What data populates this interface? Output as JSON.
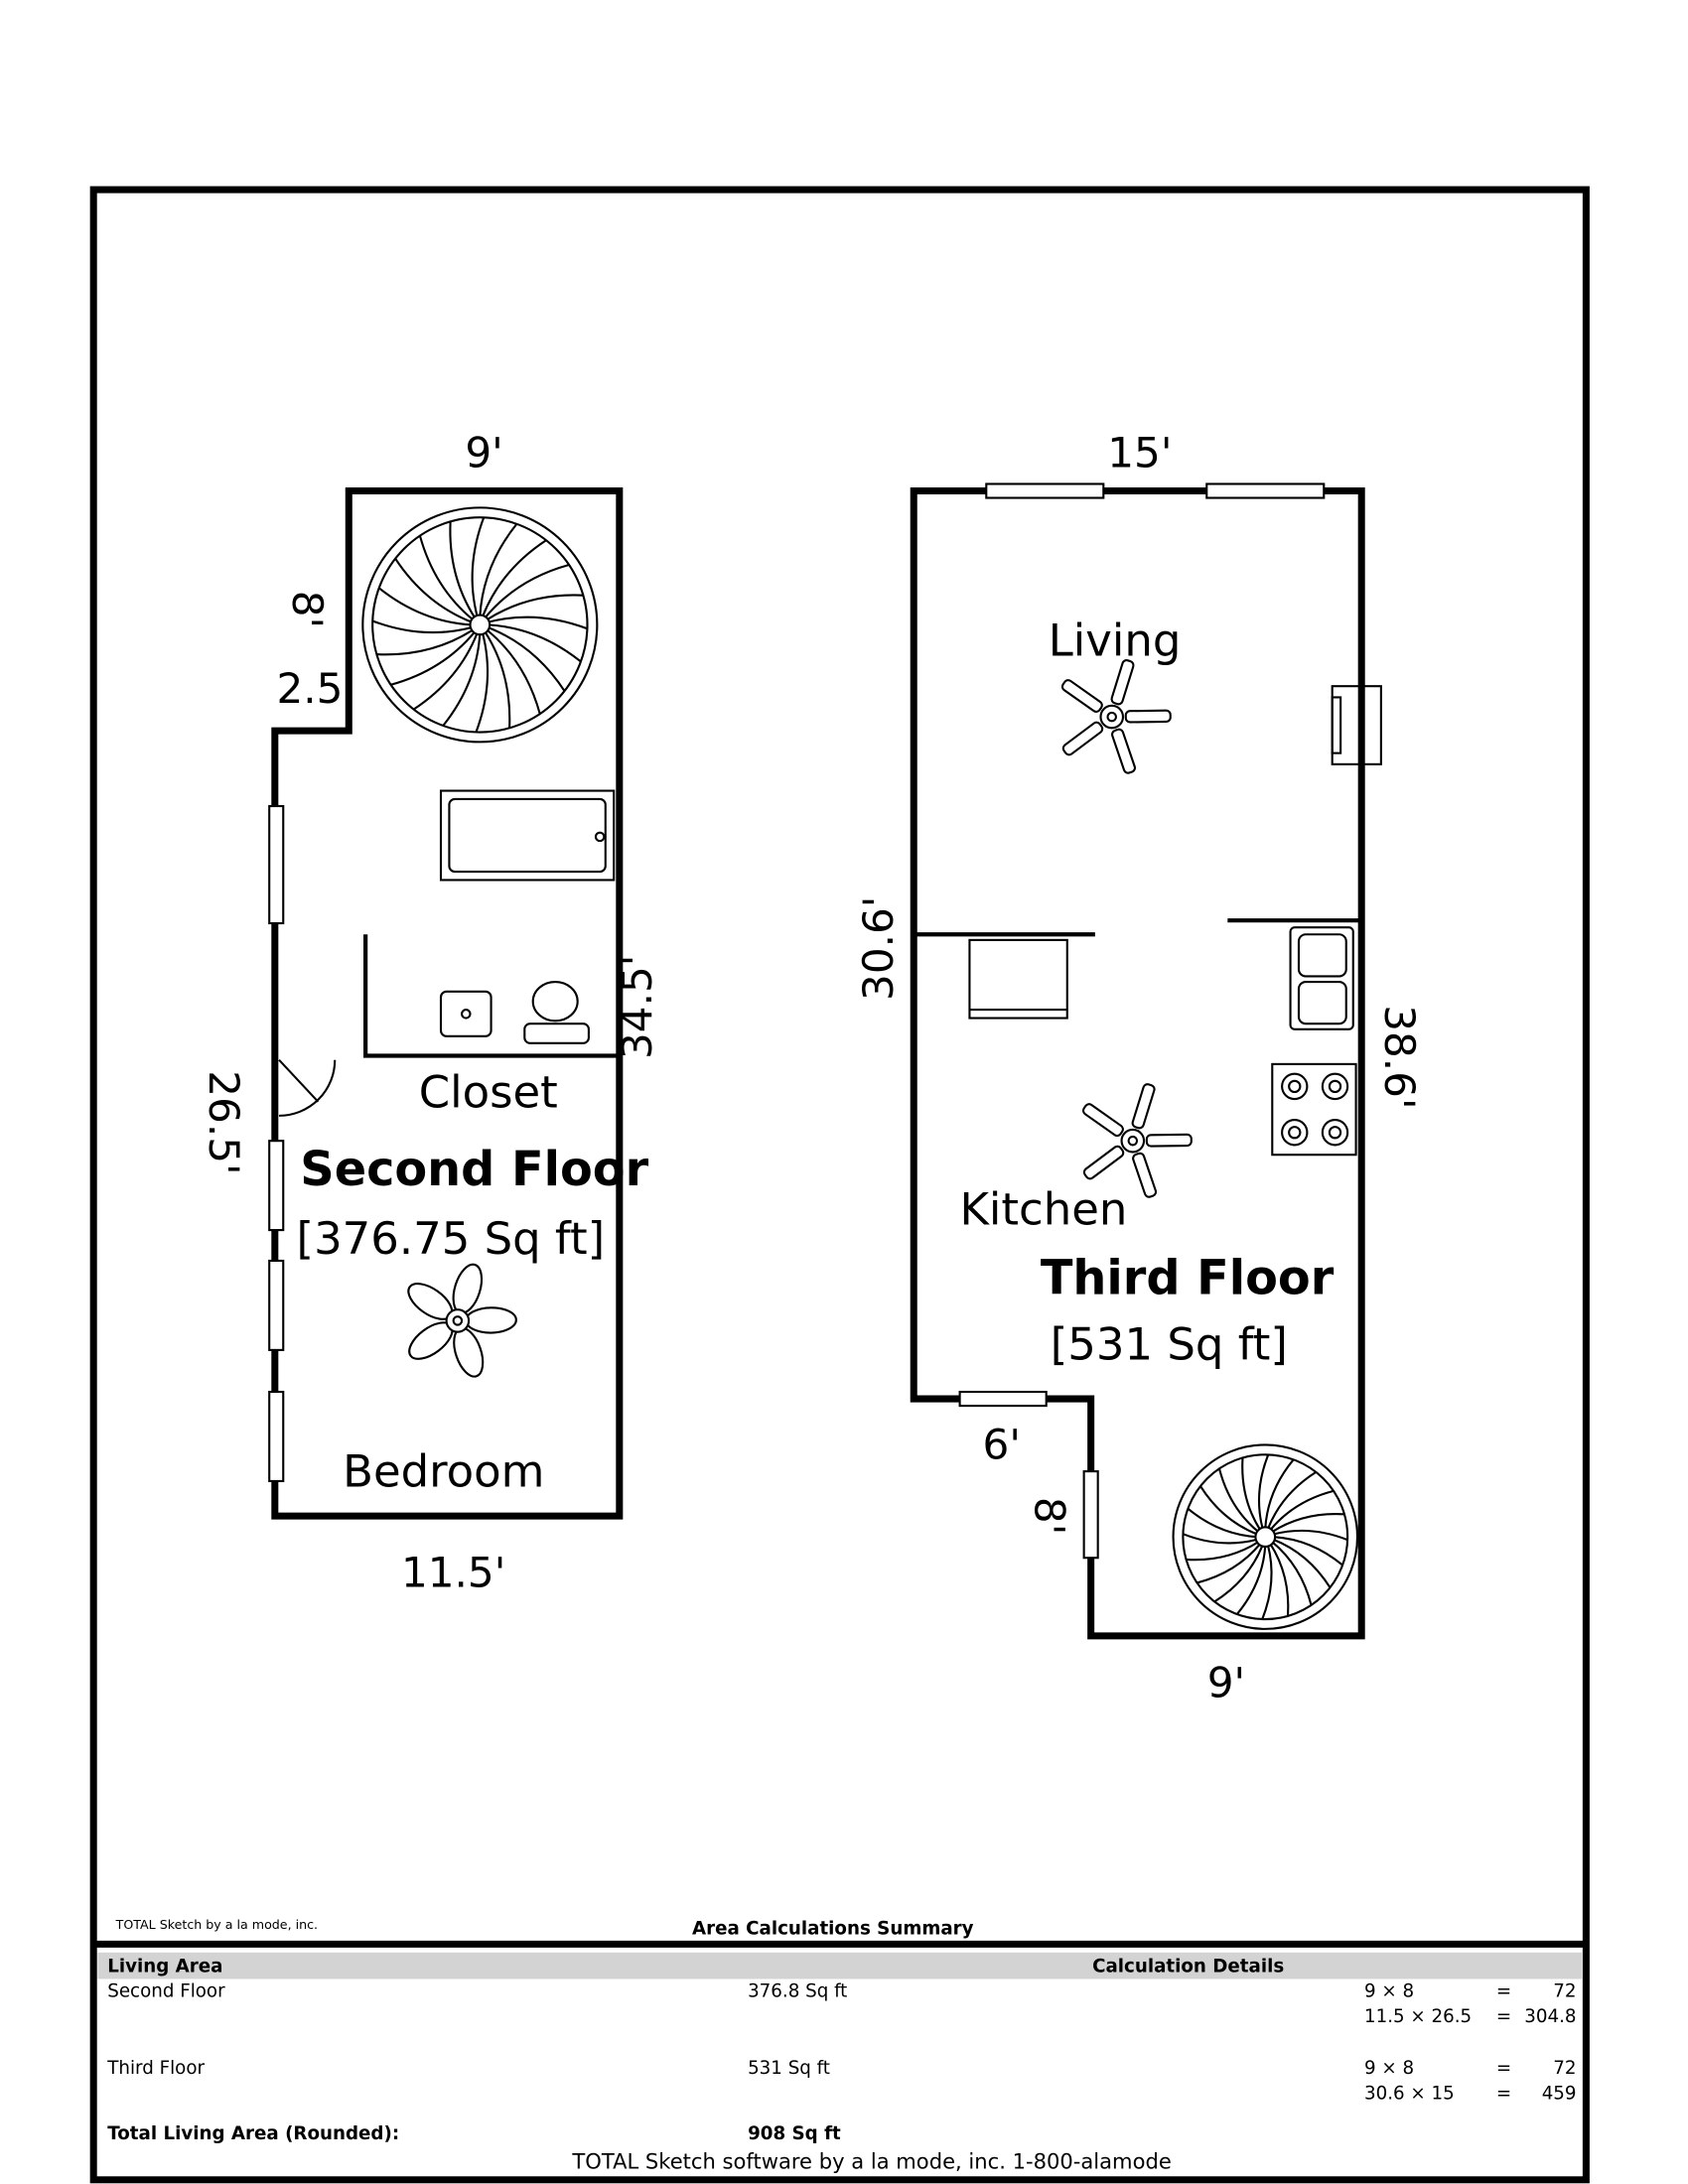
{
  "second_floor": {
    "title": "Second Floor",
    "area": "[376.75 Sq ft]",
    "rooms": [
      "Closet",
      "Bedroom"
    ],
    "dimensions": {
      "top": "9'",
      "step_side": "8'",
      "step": "2.5",
      "right": "34.5'",
      "left": "26.5'",
      "bottom": "11.5'"
    }
  },
  "third_floor": {
    "title": "Third Floor",
    "area": "[531 Sq ft]",
    "rooms": [
      "Living",
      "Kitchen"
    ],
    "dimensions": {
      "top": "15'",
      "left": "30.6'",
      "right": "38.6'",
      "step": "6'",
      "step_side": "8'",
      "bottom": "9'"
    }
  },
  "credit_small": "TOTAL Sketch by a la mode, inc.",
  "summary": {
    "title": "Area Calculations Summary",
    "col_living": "Living Area",
    "col_details": "Calculation Details",
    "rows": [
      {
        "name": "Second Floor",
        "area": "376.8 Sq ft",
        "calcs": [
          {
            "expr": "9 × 8",
            "eq": "=",
            "val": "72"
          },
          {
            "expr": "11.5 × 26.5",
            "eq": "=",
            "val": "304.8"
          }
        ]
      },
      {
        "name": "Third Floor",
        "area": "531 Sq ft",
        "calcs": [
          {
            "expr": "9 × 8",
            "eq": "=",
            "val": "72"
          },
          {
            "expr": "30.6 × 15",
            "eq": "=",
            "val": "459"
          }
        ]
      }
    ],
    "total_label": "Total Living Area (Rounded):",
    "total_value": "908 Sq ft"
  },
  "footer": "TOTAL Sketch software by a la mode, inc. 1-800-alamode"
}
